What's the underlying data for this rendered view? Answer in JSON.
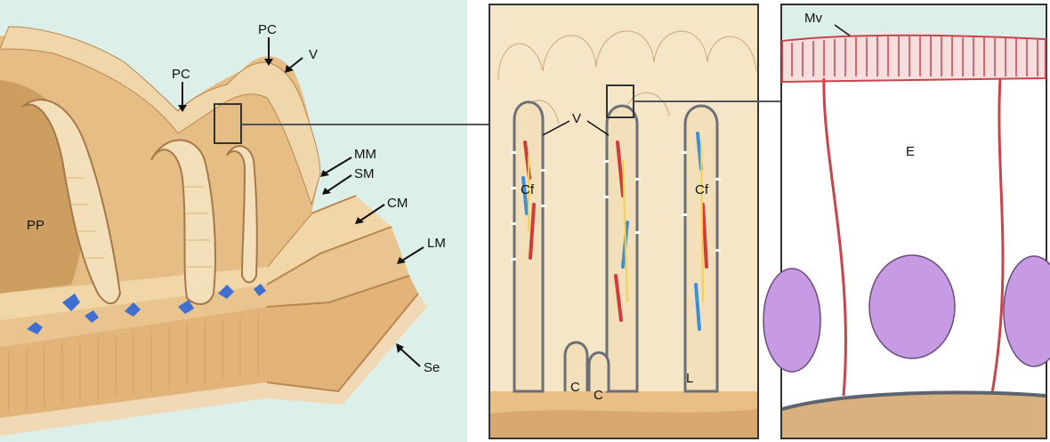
{
  "labels": {
    "pp": "PP",
    "pc_left": "PC",
    "pc_top": "PC",
    "v_left": "V",
    "mm": "MM",
    "sm": "SM",
    "cm": "CM",
    "lm": "LM",
    "se": "Se",
    "v_mid": "V",
    "cf_left": "Cf",
    "cf_right": "Cf",
    "c_left": "C",
    "c_right": "C",
    "l": "L",
    "mv": "Mv",
    "e": "E"
  },
  "colors": {
    "panel_bg": "#dcefe9",
    "tan_light": "#f3dfb9",
    "tan_mid": "#e8c48e",
    "tan_dark": "#c99a5b",
    "villus_light": "#f7e8cb",
    "outline": "#6b7078",
    "vessel_red": "#d33a3a",
    "vessel_blue": "#3f8fd6",
    "lymph_yellow": "#f2d34a",
    "nucleus": "#c79be3",
    "cell_border": "#c9444a",
    "basement": "#5d6470",
    "base_tissue": "#d9b07f"
  }
}
